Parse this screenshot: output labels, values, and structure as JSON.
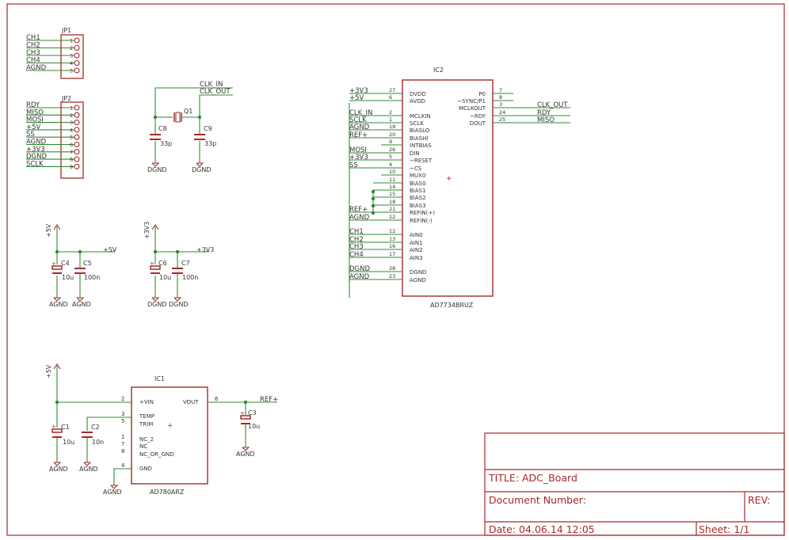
{
  "colors": {
    "frame": "#a52a2a",
    "wire": "#2e8b2e",
    "text": "#a52a2a"
  },
  "title_block": {
    "title": "TITLE:  ADC_Board",
    "docnum": "Document Number:",
    "rev": "REV:",
    "date": "Date: 04.06.14 12:05",
    "sheet": "Sheet: 1/1"
  },
  "jp1": {
    "name": "JP1",
    "pin_nums": [
      "1",
      "2",
      "3",
      "4",
      "5"
    ],
    "nets": [
      "CH1",
      "CH2",
      "CH3",
      "CH4",
      "AGND"
    ]
  },
  "jp2": {
    "name": "JP2",
    "pin_nums": [
      "1",
      "2",
      "3",
      "4",
      "5",
      "6",
      "7",
      "8",
      "9"
    ],
    "nets": [
      "RDY",
      "MISO",
      "MOSI",
      "+5V",
      "SS",
      "AGND",
      "+3V3",
      "DGND",
      "SCLK"
    ]
  },
  "crystal": {
    "q_name": "Q1",
    "clk_in": "CLK_IN",
    "clk_out": "CLK_OUT",
    "c8": "C8",
    "c9": "C9",
    "c8_val": "33p",
    "c9_val": "33p",
    "gnd1": "DGND",
    "gnd2": "DGND"
  },
  "decoup_5v": {
    "supply": "+5V",
    "supply_right": "+5V",
    "c4": "C4",
    "c4_val": "10u",
    "c5": "C5",
    "c5_val": "100n",
    "gnd1": "AGND",
    "gnd2": "AGND"
  },
  "decoup_3v3": {
    "supply": "+3V3",
    "supply_right": "+3V3",
    "c6": "C6",
    "c6_val": "10u",
    "c7": "C7",
    "c7_val": "100n",
    "gnd1": "DGND",
    "gnd2": "DGND"
  },
  "ic2": {
    "name": "IC2",
    "part": "AD7734BRUZ",
    "left_pins": [
      {
        "num": "27",
        "name": "DVDD",
        "net": "+3V3"
      },
      {
        "num": "6",
        "name": "AVDD",
        "net": "+5V"
      },
      {
        "num": "2",
        "name": "MCLKIN",
        "net": "CLK_IN"
      },
      {
        "num": "1",
        "name": "SCLK",
        "net": "SCLK"
      },
      {
        "num": "19",
        "name": "BIASLO",
        "net": "AGND"
      },
      {
        "num": "20",
        "name": "BIASHI",
        "net": "REF+"
      },
      {
        "num": "9",
        "name": "INTBIAS",
        "net": ""
      },
      {
        "num": "26",
        "name": "DIN",
        "net": "MOSI"
      },
      {
        "num": "5",
        "name": "~RESET",
        "net": "+3V3"
      },
      {
        "num": "4",
        "name": "~CS",
        "net": "SS"
      },
      {
        "num": "10",
        "name": "MUX0",
        "net": ""
      },
      {
        "num": "11",
        "name": "BIAS0",
        "net": ""
      },
      {
        "num": "14",
        "name": "BIAS1",
        "net": ""
      },
      {
        "num": "15",
        "name": "BIAS2",
        "net": ""
      },
      {
        "num": "18",
        "name": "BIAS3",
        "net": ""
      },
      {
        "num": "21",
        "name": "REFIN(+)",
        "net": "REF+"
      },
      {
        "num": "22",
        "name": "REFIN(-)",
        "net": "AGND"
      },
      {
        "num": "12",
        "name": "AIN0",
        "net": "CH1"
      },
      {
        "num": "13",
        "name": "AIN1",
        "net": "CH2"
      },
      {
        "num": "16",
        "name": "AIN2",
        "net": "CH3"
      },
      {
        "num": "17",
        "name": "AIN3",
        "net": "CH4"
      },
      {
        "num": "28",
        "name": "DGND",
        "net": "DGND"
      },
      {
        "num": "23",
        "name": "AGND",
        "net": "AGND"
      }
    ],
    "right_pins": [
      {
        "num": "7",
        "name": "P0",
        "net": ""
      },
      {
        "num": "8",
        "name": "~SYNC/P1",
        "net": ""
      },
      {
        "num": "3",
        "name": "MCLKOUT",
        "net": "CLK_OUT"
      },
      {
        "num": "24",
        "name": "~RDY",
        "net": "RDY"
      },
      {
        "num": "25",
        "name": "DOUT",
        "net": "MISO"
      }
    ]
  },
  "ic1": {
    "name": "IC1",
    "part": "AD780ARZ",
    "vin_num": "2",
    "vin": "+VIN",
    "temp_num": "3",
    "temp": "TEMP",
    "trim_num": "5",
    "trim": "TRIM",
    "nc2_num": "1",
    "nc2": "NC_2",
    "nc_num": "7",
    "nc": "NC",
    "ncorgnd_num": "8",
    "ncorgnd": "NC_OR_GND",
    "gnd_num": "4",
    "gnd": "GND",
    "vout_num": "6",
    "vout": "VOUT",
    "supply": "+5V",
    "ref_net": "REF+",
    "c1": "C1",
    "c1_val": "10u",
    "c2": "C2",
    "c2_val": "10n",
    "c3": "C3",
    "c3_val": "10u",
    "gnd_c1": "AGND",
    "gnd_c2": "AGND",
    "gnd_ic": "AGND",
    "gnd_c3": "AGND"
  }
}
